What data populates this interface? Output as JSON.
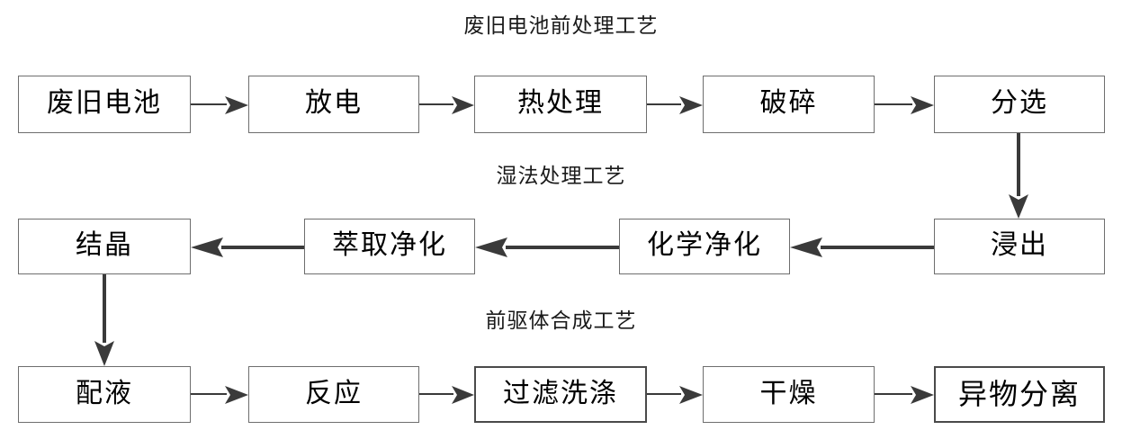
{
  "diagram": {
    "type": "process-flowchart",
    "orientation": "serpentine",
    "background_color": "#ffffff",
    "node_border_color": "#6e6e6e",
    "arrow_color": "#3a3a3a",
    "text_color": "#000000",
    "sections": [
      {
        "id": "pretreatment",
        "title": "废旧电池前处理工艺",
        "direction": "left-to-right",
        "nodes": [
          {
            "id": "waste-battery",
            "label": "废旧电池"
          },
          {
            "id": "discharge",
            "label": "放电"
          },
          {
            "id": "heat-treatment",
            "label": "热处理"
          },
          {
            "id": "crushing",
            "label": "破碎"
          },
          {
            "id": "sorting",
            "label": "分选"
          }
        ]
      },
      {
        "id": "hydrometallurgy",
        "title": "湿法处理工艺",
        "direction": "right-to-left",
        "nodes": [
          {
            "id": "crystallization",
            "label": "结晶"
          },
          {
            "id": "extraction-purification",
            "label": "萃取净化"
          },
          {
            "id": "chemical-purification",
            "label": "化学净化"
          },
          {
            "id": "leaching",
            "label": "浸出"
          }
        ]
      },
      {
        "id": "precursor-synthesis",
        "title": "前驱体合成工艺",
        "direction": "left-to-right",
        "nodes": [
          {
            "id": "solution-preparation",
            "label": "配液"
          },
          {
            "id": "reaction",
            "label": "反应"
          },
          {
            "id": "filtration-washing",
            "label": "过滤洗涤"
          },
          {
            "id": "drying",
            "label": "干燥"
          },
          {
            "id": "foreign-matter-separation",
            "label": "异物分离"
          }
        ]
      }
    ],
    "connectors": [
      {
        "id": "waste-battery-to-discharge",
        "from": "废旧电池",
        "to": "放电",
        "direction": "right"
      },
      {
        "id": "discharge-to-heat-treatment",
        "from": "放电",
        "to": "热处理",
        "direction": "right"
      },
      {
        "id": "heat-treatment-to-crushing",
        "from": "热处理",
        "to": "破碎",
        "direction": "right"
      },
      {
        "id": "crushing-to-sorting",
        "from": "破碎",
        "to": "分选",
        "direction": "right"
      },
      {
        "id": "sorting-to-leaching",
        "from": "分选",
        "to": "浸出",
        "direction": "down"
      },
      {
        "id": "leaching-to-chemical-purification",
        "from": "浸出",
        "to": "化学净化",
        "direction": "left"
      },
      {
        "id": "chemical-purification-to-extraction-purification",
        "from": "化学净化",
        "to": "萃取净化",
        "direction": "left"
      },
      {
        "id": "extraction-purification-to-crystallization",
        "from": "萃取净化",
        "to": "结晶",
        "direction": "left"
      },
      {
        "id": "crystallization-to-solution-preparation",
        "from": "结晶",
        "to": "配液",
        "direction": "down"
      },
      {
        "id": "solution-preparation-to-reaction",
        "from": "配液",
        "to": "反应",
        "direction": "right"
      },
      {
        "id": "reaction-to-filtration-washing",
        "from": "反应",
        "to": "过滤洗涤",
        "direction": "right"
      },
      {
        "id": "filtration-washing-to-drying",
        "from": "过滤洗涤",
        "to": "干燥",
        "direction": "right"
      },
      {
        "id": "drying-to-foreign-matter-separation",
        "from": "干燥",
        "to": "异物分离",
        "direction": "right"
      }
    ]
  }
}
